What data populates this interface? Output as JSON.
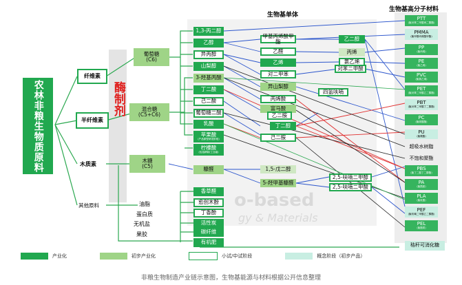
{
  "header": {
    "bio_monomer": "生物基单体",
    "bio_polymer": "生物基高分子材料"
  },
  "source": {
    "label": "农林非粮生物质原料"
  },
  "branches": {
    "cellulose": "纤维素",
    "hemicellulose": "半纤维素",
    "lignin": "木质素",
    "other": "其他原料"
  },
  "sugars": {
    "glucose": "葡萄糖\n(C6)",
    "mixed": "混合糖\n(C5+C6)",
    "xylose": "木糖\n(C5)"
  },
  "enzyme": "酶制剂",
  "other_items": [
    "油脂",
    "蛋白质",
    "无机盐",
    "果胶"
  ],
  "col2": [
    {
      "label": "1,3-丙二醇",
      "level": "dk"
    },
    {
      "label": "乙醇",
      "level": "dk"
    },
    {
      "label": "异丙醇",
      "level": "fr"
    },
    {
      "label": "山梨醇",
      "level": "dk"
    },
    {
      "label": "3-羟基丙酸",
      "level": "md"
    },
    {
      "label": "丁二酸",
      "level": "dk"
    },
    {
      "label": "己二酸",
      "level": "fr"
    },
    {
      "label": "葡萄糖二酸",
      "level": "fr"
    },
    {
      "label": "乳酸",
      "level": "dk"
    },
    {
      "label": "苹果酸",
      "level": "dk",
      "sub": "(产品原型研发阶段)"
    },
    {
      "label": "柠檬酸",
      "level": "dk",
      "sub": "(包括精制/工业级)"
    },
    {
      "label": "糠醛",
      "level": "md"
    },
    {
      "label": "香草醛",
      "level": "dk"
    },
    {
      "label": "愈创木酚",
      "level": "fr"
    },
    {
      "label": "丁香酚",
      "level": "fr"
    },
    {
      "label": "活性炭",
      "level": "dk"
    },
    {
      "label": "碳纤维",
      "level": "dk"
    },
    {
      "label": "有机肥",
      "level": "dk"
    }
  ],
  "col3": [
    {
      "label": "甲基丙烯酸甲酯",
      "level": "fr"
    },
    {
      "label": "乙醛",
      "level": "fr"
    },
    {
      "label": "乙烯",
      "level": "dk"
    },
    {
      "label": "对二甲苯",
      "level": "fr"
    },
    {
      "label": "异山梨醇",
      "level": "md"
    },
    {
      "label": "丙烯酸",
      "level": "fr"
    },
    {
      "label": "富马酸",
      "level": "md"
    },
    {
      "label": "乙二胺",
      "level": "fr"
    },
    {
      "label": "丁二醇",
      "level": "dk"
    },
    {
      "label": "己二胺",
      "level": "fr"
    },
    {
      "label": "1,5-戊二醇",
      "level": "lt"
    },
    {
      "label": "5-羟甲基糠醛",
      "level": "md"
    }
  ],
  "col4": [
    {
      "label": "乙二醇",
      "level": "dk"
    },
    {
      "label": "丙烯",
      "level": "lt"
    },
    {
      "label": "氯乙烯",
      "level": "fr"
    },
    {
      "label": "对苯二甲酸",
      "level": "fr"
    },
    {
      "label": "四氢呋喃",
      "level": "fr"
    },
    {
      "label": "2,5-呋喃二甲醇",
      "level": "fr"
    },
    {
      "label": "2,5-呋喃二甲酸",
      "level": "fr"
    }
  ],
  "products": [
    {
      "name": "PTT",
      "sub": "(聚对苯二甲酸丙二醇酯)",
      "kind": "prod"
    },
    {
      "name": "PMMA",
      "sub": "(聚甲基丙烯酸甲酯)",
      "kind": "mat"
    },
    {
      "name": "PP",
      "sub": "(聚丙烯)",
      "kind": "prod"
    },
    {
      "name": "PE",
      "sub": "(聚乙烯)",
      "kind": "prod"
    },
    {
      "name": "PVC",
      "sub": "(聚氯乙烯)",
      "kind": "prod"
    },
    {
      "name": "PET",
      "sub": "(聚对苯二甲酸乙二醇酯)",
      "kind": "prod"
    },
    {
      "name": "PBT",
      "sub": "(聚对苯二甲酸丁二醇酯)",
      "kind": "mat"
    },
    {
      "name": "PC",
      "sub": "(聚碳酸酯)",
      "kind": "prod"
    },
    {
      "name": "PU",
      "sub": "(聚氨酯)",
      "kind": "mat"
    },
    {
      "name": "超吸水树脂",
      "sub": "",
      "kind": "plain"
    },
    {
      "name": "不饱和聚酯",
      "sub": "",
      "kind": "plain"
    },
    {
      "name": "PBS",
      "sub": "(聚丁二酸丁二醇酯)",
      "kind": "prod"
    },
    {
      "name": "PA",
      "sub": "(聚酰胺)",
      "kind": "prod"
    },
    {
      "name": "PLA",
      "sub": "(聚乳酸)",
      "kind": "prod"
    },
    {
      "name": "PEF",
      "sub": "(聚呋喃二甲酸乙二醇酯)",
      "kind": "mat"
    },
    {
      "name": "PEL",
      "sub": "(聚酯类)",
      "kind": "prod"
    },
    {
      "name": "秸秆可消化糖",
      "sub": "",
      "kind": "mat"
    }
  ],
  "watermark": {
    "line1": "o-based",
    "line2": "gy & Materials"
  },
  "legend": [
    {
      "label": "产业化",
      "color": "#21a84f"
    },
    {
      "label": "初步产业化",
      "color": "#9fd487"
    },
    {
      "label": "小试/中试阶段",
      "color": "#ffffff"
    },
    {
      "label": "概念阶段（初步产品）",
      "color": "#c8eee2"
    }
  ],
  "caption": "非粮生物制造产业链示意图，生物基能源与材料根据公开信息整理"
}
